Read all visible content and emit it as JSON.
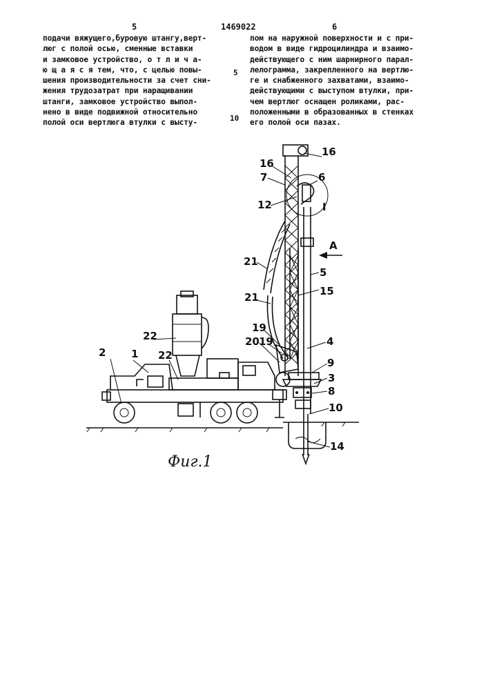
{
  "header": {
    "page_left": "5",
    "patent_number": "1469022",
    "page_right": "6"
  },
  "column_left": {
    "lines": [
      "подачи вяжущего,буровую штангу,верт-",
      "люг с полой осью, сменные вставки",
      "и замковое устройство, о т л и ч а-",
      "ю щ а я с я тем, что, с целью повы-",
      "шения производительности за счет сни-",
      "жения трудозатрат при наращивании",
      "штанги, замковое устройство выпол-",
      "нено в виде подвижной относительно",
      "полой оси вертлюга втулки с высту-"
    ]
  },
  "column_right": {
    "lines": [
      "пом на наружной поверхности и с при-",
      "водом в виде гидроцилиндра и взаимо-",
      "действующего с ним шарнирного парал-",
      "лелограмма, закрепленного на вертлю-",
      "ге и снабженного захватами, взаимо-",
      "действующими с выступом втулки, при-",
      "чем вертлюг оснащен роликами, рас-",
      "положенными в образованных в стенках",
      "его полой оси пазах."
    ]
  },
  "line_numbers": [
    "5",
    "10"
  ],
  "figure": {
    "caption": "Фиг.1",
    "labels": [
      "1",
      "2",
      "22",
      "22",
      "16",
      "16",
      "7",
      "6",
      "12",
      "I",
      "A",
      "5",
      "15",
      "21",
      "21",
      "19",
      "19",
      "20",
      "4",
      "9",
      "3",
      "8",
      "10",
      "14"
    ]
  }
}
